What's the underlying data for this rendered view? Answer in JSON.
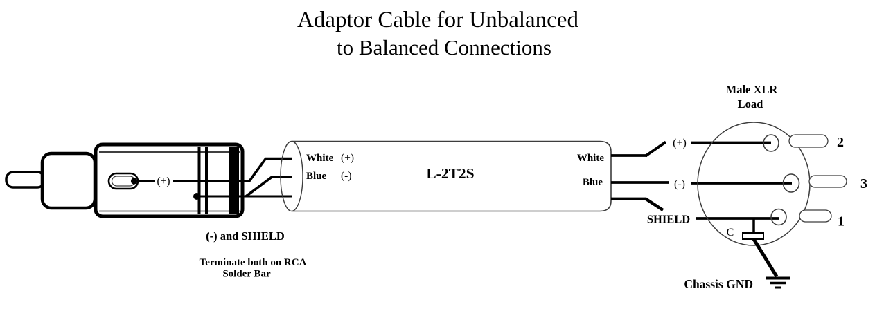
{
  "colors": {
    "ink": "#000000",
    "outline": "#3d3d3d"
  },
  "title": {
    "line1": "Adaptor Cable for Unbalanced",
    "line2": "to Balanced Connections"
  },
  "rca": {
    "center_pin_label": "(+)",
    "termination_note": "(-) and SHIELD",
    "instruction_line1": "Terminate both on RCA",
    "instruction_line2": "Solder Bar"
  },
  "cable": {
    "model": "L-2T2S",
    "entry": {
      "white_wire": "White",
      "white_polarity": "(+)",
      "blue_wire": "Blue",
      "blue_polarity": "(-)"
    },
    "exit": {
      "white_wire": "White",
      "blue_wire": "Blue"
    }
  },
  "connections": {
    "plus": "(+)",
    "minus": "(-)",
    "shield": "SHIELD"
  },
  "xlr": {
    "heading_line1": "Male XLR",
    "heading_line2": "Load",
    "pin2_label": "2",
    "pin3_label": "3",
    "pin1_label": "1",
    "capacitor_label": "C",
    "ground_label": "Chassis GND"
  }
}
